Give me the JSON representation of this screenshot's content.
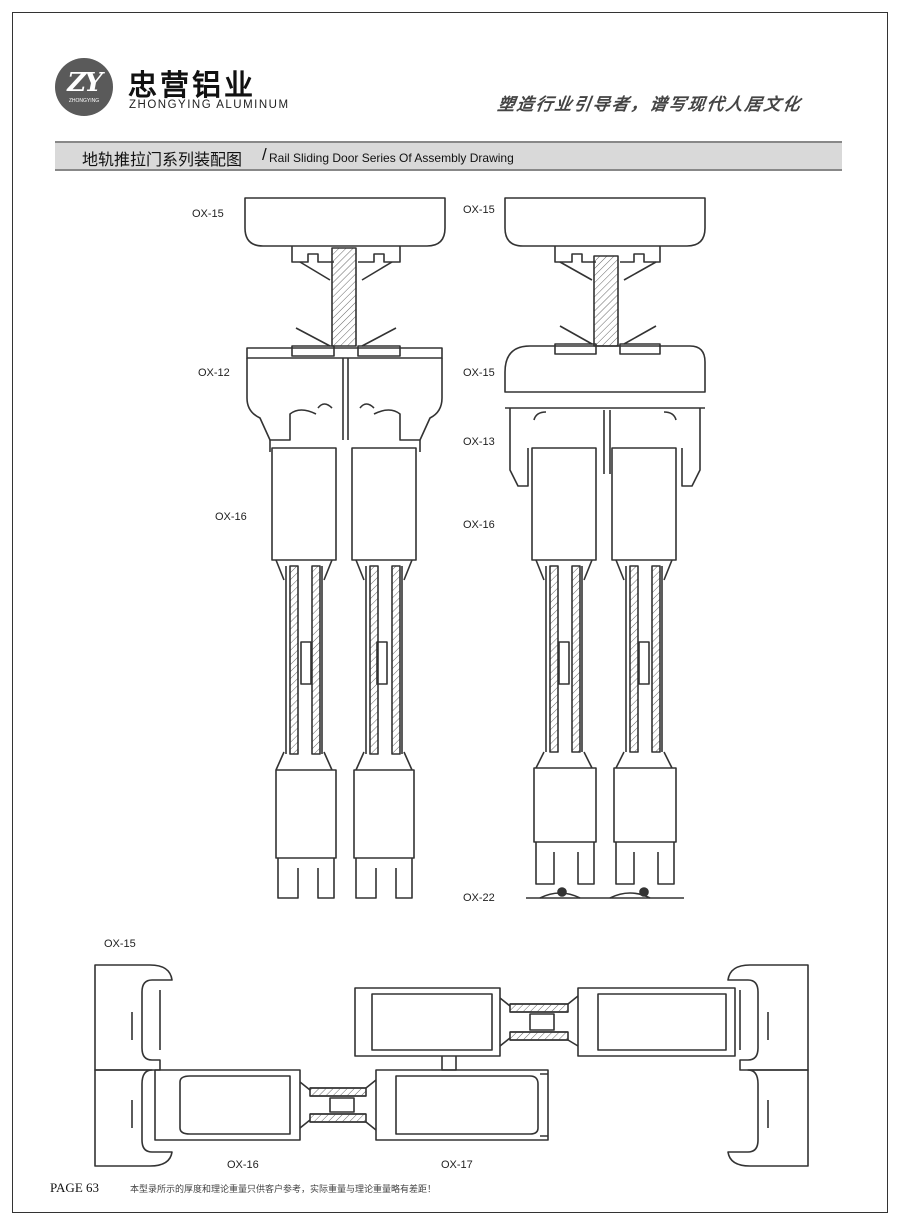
{
  "header": {
    "logo_mark": "ZY",
    "logo_mark_sub": "ZHONGYING",
    "company_cn": "忠营铝业",
    "company_en": "ZHONGYING ALUMINUM",
    "slogan": "塑造行业引导者，谱写现代人居文化"
  },
  "title": {
    "cn": "地轨推拉门系列装配图",
    "separator": "/",
    "en": "Rail Sliding Door Series Of Assembly Drawing"
  },
  "labels": {
    "left_top": "OX-15",
    "left_mid": "OX-12",
    "left_sash": "OX-16",
    "right_top": "OX-15",
    "right_mid": "OX-15",
    "right_ox13": "OX-13",
    "right_sash": "OX-16",
    "right_bottom": "OX-22",
    "plan_top": "OX-15",
    "plan_sash": "OX-16",
    "plan_ox17": "OX-17"
  },
  "footer": {
    "page": "PAGE 63",
    "note": "本型录所示的厚度和理论重量只供客户参考，实际重量与理论重量略有差距！"
  },
  "colors": {
    "line": "#333333",
    "title_bar": "#d9d9d9",
    "logo": "#5a5a5a"
  }
}
